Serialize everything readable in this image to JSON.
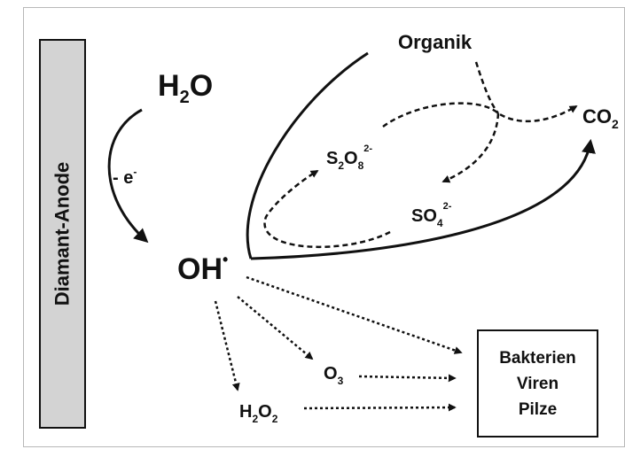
{
  "anode": {
    "label": "Diamant-Anode"
  },
  "species": {
    "water": {
      "base": "H",
      "sub": "2",
      "rest": "O"
    },
    "electron": {
      "main": "- e",
      "sup": "-"
    },
    "hydroxyl": {
      "main": "OH",
      "sup": "•"
    },
    "organik": "Organik",
    "co2": {
      "main": "CO",
      "sub": "2"
    },
    "persulfate": {
      "base": "S",
      "sub1": "2",
      "mid": "O",
      "sub2": "8",
      "sup": "2-"
    },
    "sulfate": {
      "base": "SO",
      "sub": "4",
      "sup": "2-"
    },
    "ozone": {
      "base": "O",
      "sub": "3"
    },
    "peroxide": {
      "base": "H",
      "sub1": "2",
      "mid": "O",
      "sub2": "2"
    }
  },
  "targets": [
    "Bakterien",
    "Viren",
    "Pilze"
  ],
  "colors": {
    "line": "#111111",
    "anode_fill": "#d3d3d3",
    "frame": "#b8b8b8"
  }
}
